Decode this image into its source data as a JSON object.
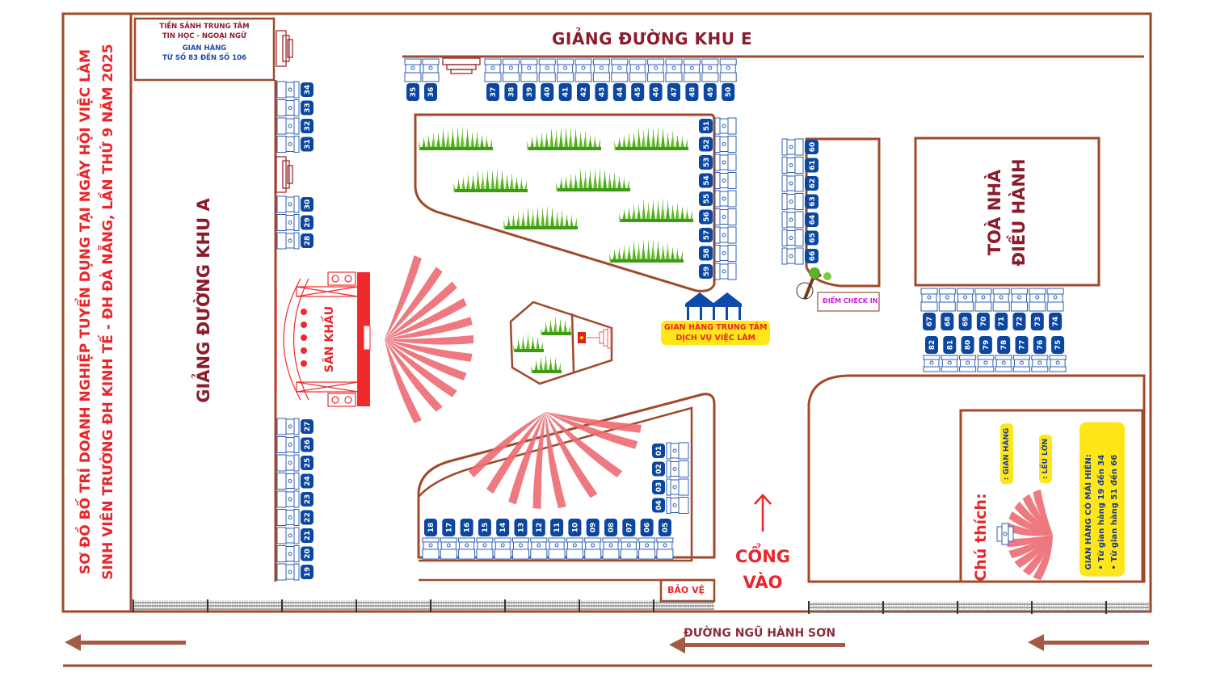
{
  "title": {
    "line1": "SƠ ĐỒ BỐ TRÍ DOANH NGHIỆP TUYỂN DỤNG TẠI NGÀY HỘI VIỆC LÀM",
    "line2": "SINH VIÊN TRƯỜNG ĐH KINH TẾ - ĐH ĐÀ NẴNG, LẦN THỨ 9 NĂM 2025"
  },
  "lobby": {
    "line1": "TIỀN SẢNH TRUNG TÂM",
    "line2": "TIN HỌC - NGOẠI NGỮ",
    "line3": "GIAN HÀNG",
    "line4": "TỪ SỐ 83 ĐẾN SỐ 106"
  },
  "buildings": {
    "khu_e": "GIẢNG ĐƯỜNG KHU E",
    "khu_a": "GIẢNG ĐƯỜNG KHU A",
    "admin_line1": "TOÀ NHÀ",
    "admin_line2": "ĐIỀU HÀNH"
  },
  "stage": {
    "label": "SÂN KHẤU"
  },
  "service_center": {
    "line1": "GIAN HÀNG TRUNG TÂM",
    "line2": "DỊCH VỤ VIỆC LÀM"
  },
  "checkin": {
    "label": "ĐIỂM CHECK IN"
  },
  "security": {
    "label": "BẢO VỆ"
  },
  "gate": {
    "line1": "CỔNG",
    "line2": "VÀO"
  },
  "road": {
    "label": "ĐƯỜNG NGŨ HÀNH SƠN"
  },
  "legend": {
    "title": "Chú thích:",
    "booth": ": GIAN HÀNG",
    "tent": ": LỀU LỚN",
    "canopy_title": "GIAN HÀNG CÓ MÁI HIÊN:",
    "canopy_items": [
      "Từ gian hàng 19 đến 34",
      "Từ gian hàng 51 đến 66"
    ]
  },
  "booth_groups": {
    "top_row_a": [
      "35",
      "36"
    ],
    "top_row_b": [
      "37",
      "38",
      "39",
      "40",
      "41",
      "42",
      "43",
      "44",
      "45",
      "46",
      "47",
      "48",
      "49",
      "50"
    ],
    "left_col_top": [
      "34",
      "33",
      "32",
      "31"
    ],
    "left_col_mid": [
      "30",
      "29",
      "28"
    ],
    "left_col_bottom": [
      "27",
      "26",
      "25",
      "24",
      "23",
      "22",
      "21",
      "20",
      "19"
    ],
    "lawn_col": [
      "51",
      "52",
      "53",
      "54",
      "55",
      "56",
      "57",
      "58",
      "59"
    ],
    "checkin_col": [
      "60",
      "61",
      "62",
      "63",
      "64",
      "65",
      "66"
    ],
    "admin_row_top": [
      "67",
      "68",
      "69",
      "70",
      "71",
      "72",
      "73",
      "74"
    ],
    "admin_row_bottom": [
      "82",
      "81",
      "80",
      "79",
      "78",
      "77",
      "76",
      "75"
    ],
    "south_col": [
      "01",
      "02",
      "03",
      "04"
    ],
    "south_row": [
      "18",
      "17",
      "16",
      "15",
      "14",
      "13",
      "12",
      "11",
      "10",
      "09",
      "08",
      "07",
      "06",
      "05"
    ]
  },
  "colors": {
    "wall": "#a0492a",
    "title_red": "#e8262b",
    "building_text": "#8b1c2c",
    "booth_blue": "#0b47a0",
    "highlight_yellow": "#ffe619",
    "tent_pink": "#ec6a72",
    "checkin_magenta": "#c21fd6",
    "grass": "#4caf1c"
  }
}
